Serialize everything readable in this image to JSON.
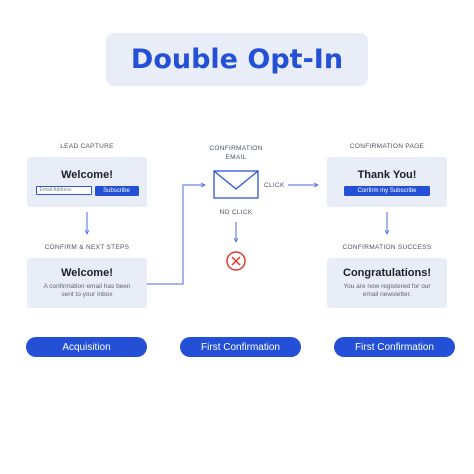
{
  "title": "Double Opt-In",
  "lead_capture": {
    "label": "LEAD CAPTURE",
    "heading": "Welcome!",
    "email_placeholder": "Email Address",
    "subscribe_button": "Subscribe"
  },
  "confirm_next": {
    "label": "CONFIRM & NEXT STEPS",
    "heading": "Welcome!",
    "text": "A confirmation email has been sent to your inbox"
  },
  "confirmation_email": {
    "label_line1": "CONFIRMATION",
    "label_line2": "EMAIL",
    "click_label": "CLICK",
    "no_click_label": "NO CLICK"
  },
  "confirmation_page": {
    "label": "CONFIRMATION PAGE",
    "heading": "Thank You!",
    "button": "Confirm my Subscribe"
  },
  "confirmation_success": {
    "label": "CONFIRMATION SUCCESS",
    "heading": "Congratulations!",
    "text": "You are now registered for our email newsletter."
  },
  "stages": [
    "Acquisition",
    "First Confirmation",
    "First Confirmation"
  ],
  "colors": {
    "accent": "#2350d6",
    "card_bg": "#e9edf8",
    "connector": "#4a6fd8",
    "error": "#e0392b"
  },
  "icons": [
    "envelope-icon",
    "x-circle-icon",
    "arrow-right-icon",
    "arrow-down-icon"
  ]
}
